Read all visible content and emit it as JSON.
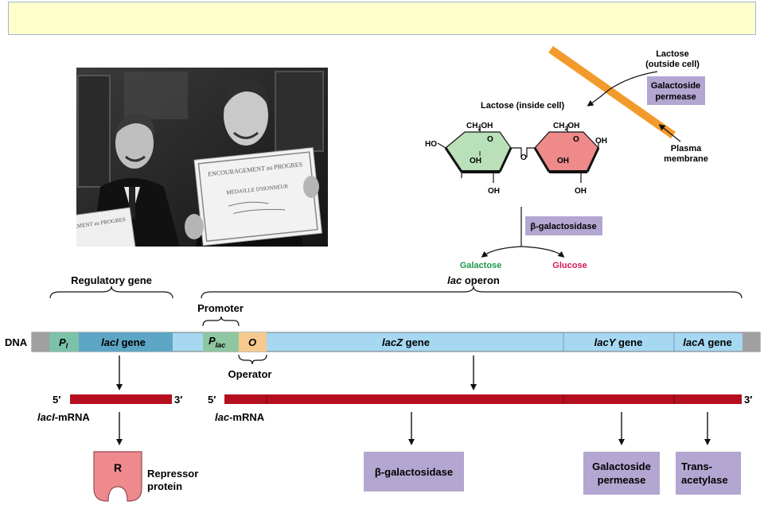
{
  "colors": {
    "banner": "#ffffcc",
    "dna_blue": "#a6d8f2",
    "promoter_green": "#7cc2a8",
    "laci_blue": "#5ea6c6",
    "plac_green": "#8fc6a2",
    "operator_orange": "#f6c98e",
    "gray_end": "#a0a0a0",
    "mrna_red": "#b50f1f",
    "protein_purple": "#b3a6d1",
    "membrane_orange": "#f39a2c",
    "galactose_ring": "#b9e0b8",
    "glucose_ring": "#ee8a8a",
    "galactose_text": "#1a9a4a",
    "glucose_text": "#d6185a",
    "repressor_pink": "#ee8a8e"
  },
  "photo": {
    "certificate_right_line1": "ENCOURAGEMENT au PROGRES",
    "certificate_right_line2": "MEDAILLE D'HONNEUR",
    "certificate_left_line1": "EMENT au PROGRES"
  },
  "reaction": {
    "lactose_outside": [
      "Lactose",
      "(outside cell)"
    ],
    "permease_box": [
      "Galactoside",
      "permease"
    ],
    "lactose_inside": "Lactose (inside cell)",
    "plasma_membrane": [
      "Plasma",
      "membrane"
    ],
    "enzyme_box": "β-galactosidase",
    "galactose": "Galactose",
    "glucose": "Glucose",
    "molecule_labels": {
      "ch2oh_left_ch": "CH",
      "ch2oh_left_sub": "2",
      "ch2oh_left_oh": "OH",
      "ch2oh_right_ch": "CH",
      "ch2oh_right_sub": "2",
      "ch2oh_right_oh": "OH",
      "ho_left": "HO",
      "oh_left_center": "OH",
      "oh_left_bottom": "OH",
      "o_left_ring": "O",
      "o_bridge": "O",
      "o_right_ring": "O",
      "oh_right_side": "OH",
      "oh_right_center": "OH",
      "oh_right_bottom": "OH"
    }
  },
  "gene_diagram": {
    "regulatory_gene": "Regulatory gene",
    "lac_operon_italic": "lac",
    "lac_operon_rest": " operon",
    "promoter": "Promoter",
    "dna": "DNA",
    "pi_main": "P",
    "pi_sub": "I",
    "laci_gene_italic": "lacI",
    "laci_gene_rest": " gene",
    "plac_main": "P",
    "plac_sub": "lac",
    "operator_letter": "O",
    "lacz_italic": "lacZ",
    "lacz_rest": " gene",
    "lacy_italic": "lacY",
    "lacy_rest": " gene",
    "laca_italic": "lacA",
    "laca_rest": " gene",
    "operator": "Operator",
    "five_prime_1": "5′",
    "three_prime_1": "3′",
    "five_prime_2": "5′",
    "three_prime_2": "3′",
    "laci_mrna_italic": "lacI",
    "laci_mrna_rest": "-mRNA",
    "lac_mrna_italic": "lac",
    "lac_mrna_rest": "-mRNA",
    "repressor_letter": "R",
    "repressor_protein": [
      "Repressor",
      "protein"
    ],
    "product_beta_gal": "β-galactosidase",
    "product_permease": [
      "Galactoside",
      "permease"
    ],
    "product_transacetylase": [
      "Trans-",
      "acetylase"
    ]
  }
}
